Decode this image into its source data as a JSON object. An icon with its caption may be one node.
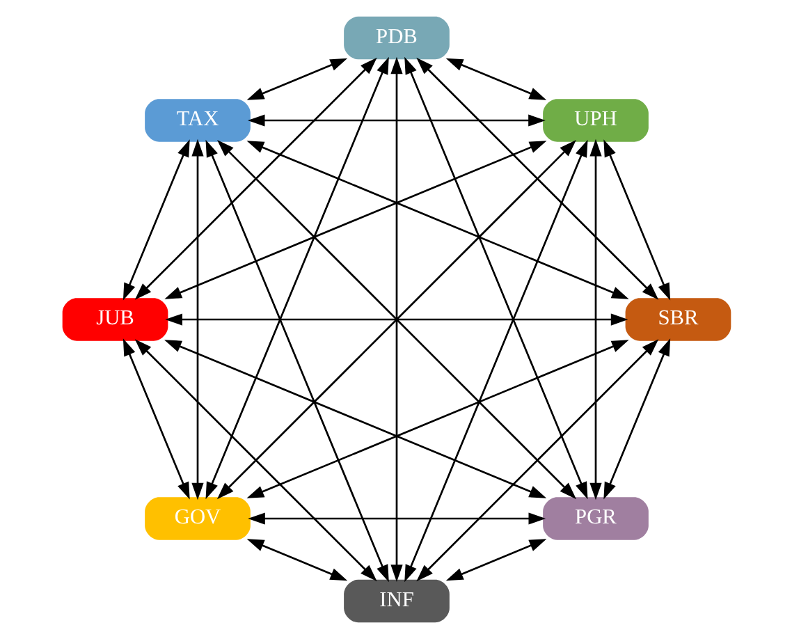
{
  "diagram": {
    "nodes": [
      {
        "text": [
          "PGR"
        ]
      },
      {
        "text": [
          "SBR"
        ]
      },
      {
        "text": [
          "GOV"
        ]
      },
      {
        "text": [
          "JUB"
        ]
      },
      {
        "text": [
          "TAX"
        ]
      },
      {
        "text": [
          "PDB"
        ]
      },
      {
        "text": [
          "UPH"
        ]
      },
      {
        "text": [
          "INF"
        ]
      }
    ],
    "edges": [
      {
        "from": 0,
        "to": 1,
        "arrow": "both"
      },
      {
        "from": 0,
        "to": 2,
        "arrow": "both"
      },
      {
        "from": 0,
        "to": 3,
        "arrow": "both"
      },
      {
        "from": 0,
        "to": 4,
        "arrow": "both"
      },
      {
        "from": 0,
        "to": 5,
        "arrow": "both"
      },
      {
        "from": 0,
        "to": 6,
        "arrow": "both"
      },
      {
        "from": 0,
        "to": 7,
        "arrow": "both"
      },
      {
        "from": 1,
        "to": 2,
        "arrow": "both"
      },
      {
        "from": 1,
        "to": 3,
        "arrow": "both"
      },
      {
        "from": 1,
        "to": 4,
        "arrow": "both"
      },
      {
        "from": 1,
        "to": 5,
        "arrow": "both"
      },
      {
        "from": 1,
        "to": 6,
        "arrow": "both"
      },
      {
        "from": 1,
        "to": 7,
        "arrow": "both"
      },
      {
        "from": 2,
        "to": 3,
        "arrow": "both"
      },
      {
        "from": 2,
        "to": 4,
        "arrow": "both"
      },
      {
        "from": 2,
        "to": 5,
        "arrow": "both"
      },
      {
        "from": 2,
        "to": 6,
        "arrow": "both"
      },
      {
        "from": 2,
        "to": 7,
        "arrow": "both"
      },
      {
        "from": 3,
        "to": 4,
        "arrow": "both"
      },
      {
        "from": 3,
        "to": 5,
        "arrow": "both"
      },
      {
        "from": 3,
        "to": 6,
        "arrow": "both"
      },
      {
        "from": 3,
        "to": 7,
        "arrow": "both"
      },
      {
        "from": 4,
        "to": 5,
        "arrow": "both"
      },
      {
        "from": 4,
        "to": 6,
        "arrow": "both"
      },
      {
        "from": 4,
        "to": 7,
        "arrow": "both"
      },
      {
        "from": 5,
        "to": 6,
        "arrow": "both"
      },
      {
        "from": 5,
        "to": 7,
        "arrow": "both"
      },
      {
        "from": 6,
        "to": 7,
        "arrow": "both"
      }
    ]
  }
}
